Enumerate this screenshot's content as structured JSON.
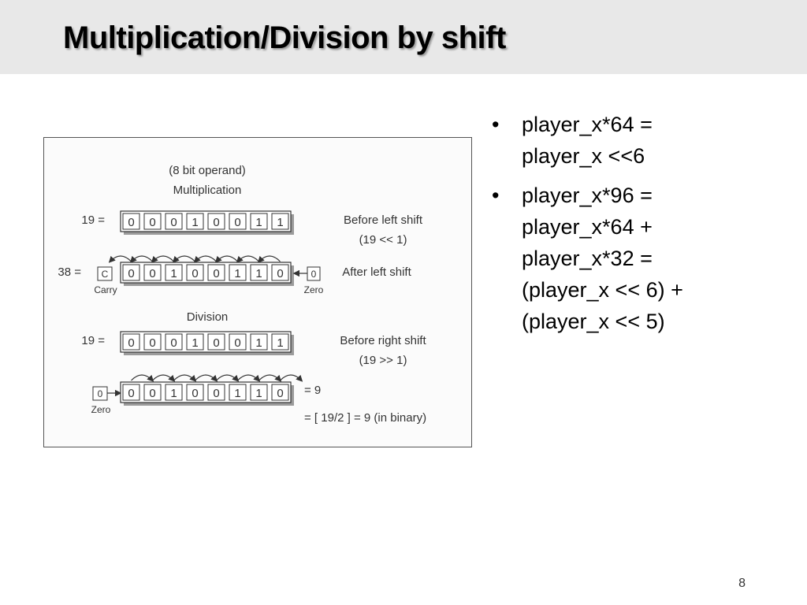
{
  "slide": {
    "title": "Multiplication/Division by shift",
    "page_number": "8"
  },
  "figure": {
    "header_line1": "(8 bit operand)",
    "header_line2": "Multiplication",
    "mult_label_before": "19 =",
    "mult_bits_before": [
      "0",
      "0",
      "0",
      "1",
      "0",
      "0",
      "1",
      "1"
    ],
    "mult_note_before_1": "Before left shift",
    "mult_note_before_2": "(19 << 1)",
    "mult_label_after": "38 =",
    "carry_bit": "C",
    "carry_label": "Carry",
    "mult_bits_after": [
      "0",
      "0",
      "1",
      "0",
      "0",
      "1",
      "1",
      "0"
    ],
    "zero_bit": "0",
    "zero_label": "Zero",
    "mult_note_after": "After left shift",
    "division_title": "Division",
    "div_label_before": "19 =",
    "div_bits_before": [
      "0",
      "0",
      "0",
      "1",
      "0",
      "0",
      "1",
      "1"
    ],
    "div_note_before_1": "Before right shift",
    "div_note_before_2": "(19 >> 1)",
    "div_zero_bit": "0",
    "div_zero_label": "Zero",
    "div_bits_after": [
      "0",
      "0",
      "1",
      "0",
      "0",
      "1",
      "1",
      "0"
    ],
    "div_result": "= 9",
    "div_result_2": "= [ 19/2 ] = 9 (in binary)"
  },
  "bullets": [
    {
      "lines": [
        "player_x*64 =",
        "player_x <<6"
      ]
    },
    {
      "lines": [
        "player_x*96 =",
        "player_x*64 +",
        "player_x*32 =",
        "(player_x << 6) +",
        "(player_x << 5)"
      ]
    }
  ]
}
